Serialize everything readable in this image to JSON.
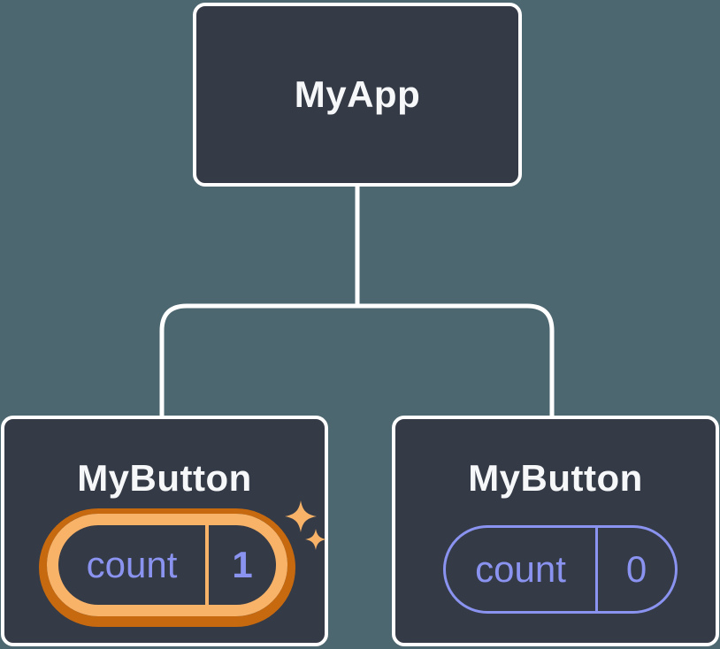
{
  "diagram": {
    "type": "component-tree",
    "root": {
      "label": "MyApp"
    },
    "children": [
      {
        "label": "MyButton",
        "state": {
          "key": "count",
          "value": "1"
        },
        "highlighted": true,
        "decoration": "sparkles"
      },
      {
        "label": "MyButton",
        "state": {
          "key": "count",
          "value": "0"
        },
        "highlighted": false
      }
    ],
    "colors": {
      "background": "#4d6770",
      "node_fill": "#343a46",
      "node_border": "#ffffff",
      "connector": "#ffffff",
      "label_text": "#f6f7f9",
      "state_accent": "#8a93ef",
      "highlight": "#f9b368",
      "highlight_shadow": "#c7690f"
    }
  }
}
